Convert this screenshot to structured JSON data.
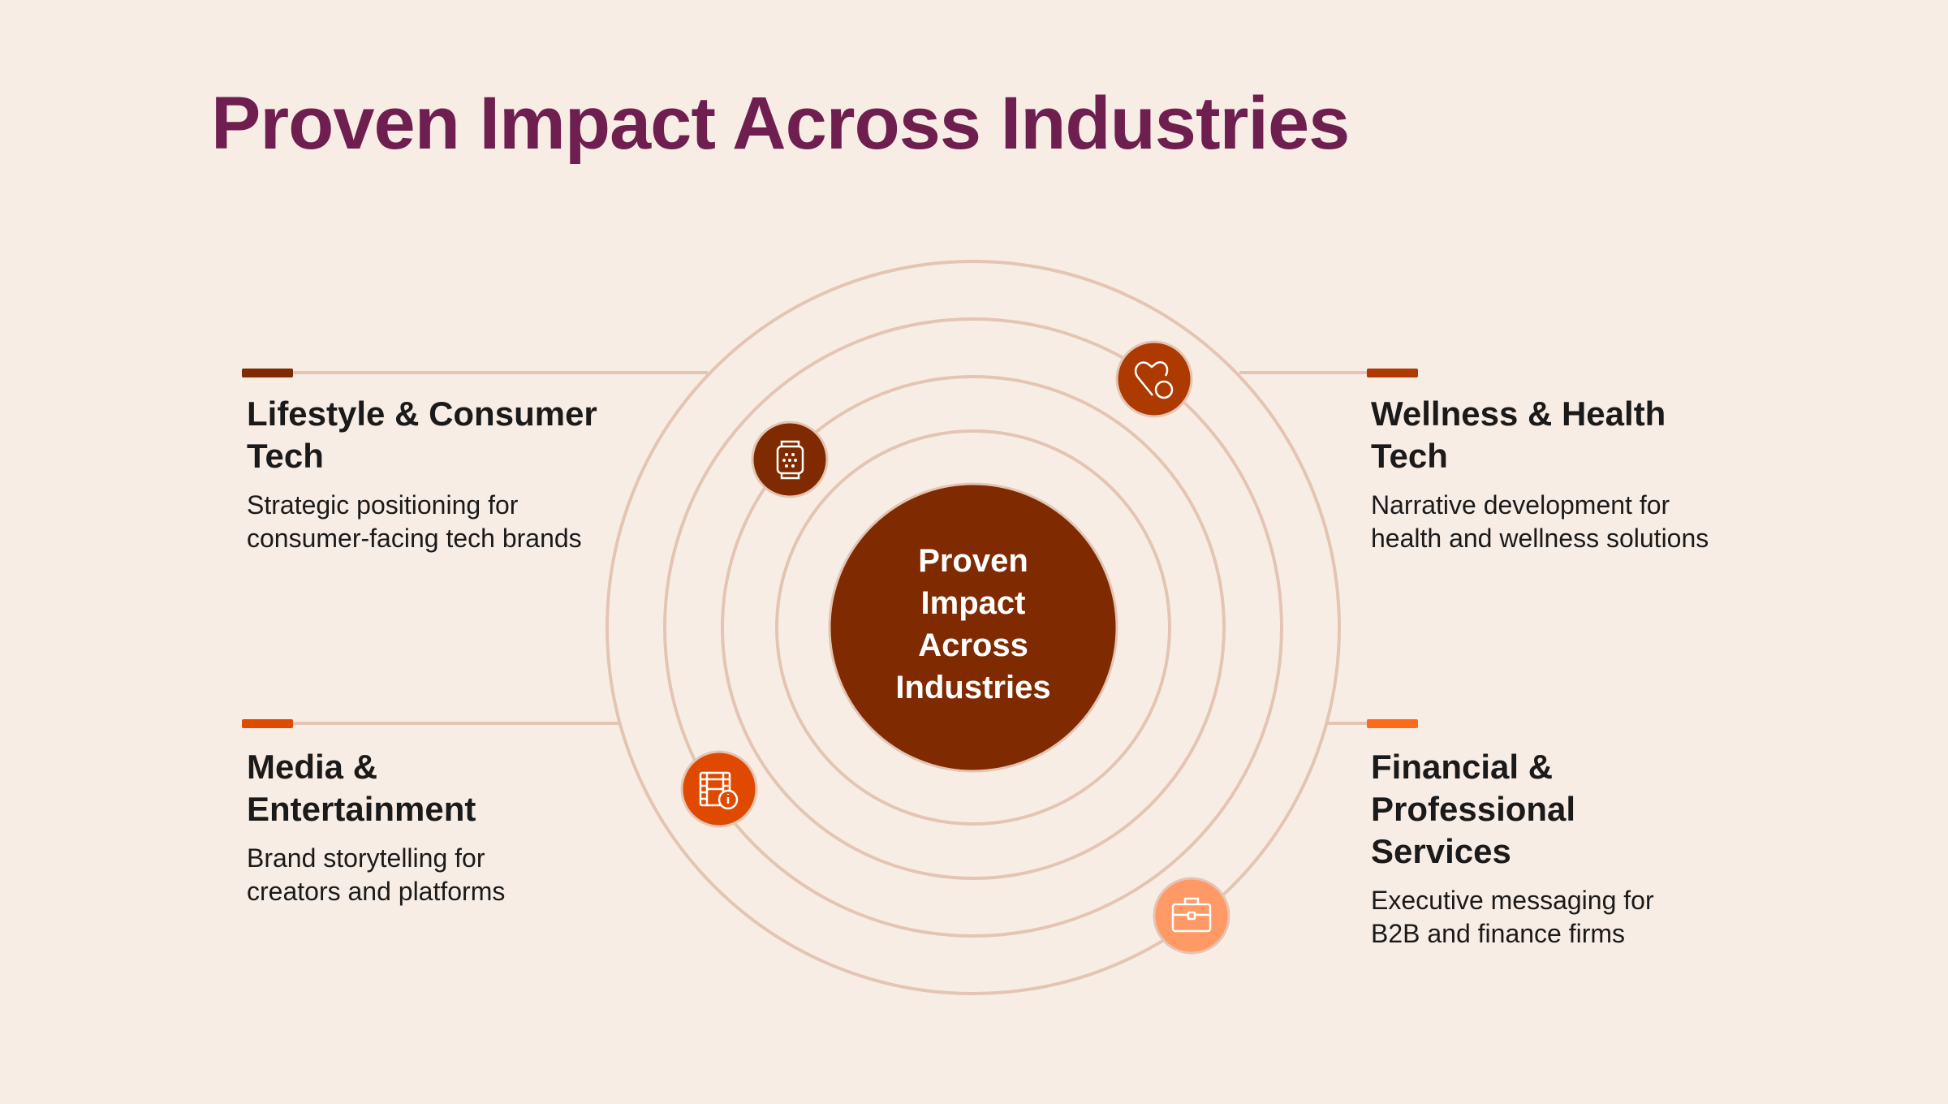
{
  "title": "Proven Impact Across Industries",
  "center": {
    "line1": "Proven",
    "line2": "Impact",
    "line3": "Across",
    "line4": "Industries"
  },
  "industries": [
    {
      "heading": "Lifestyle & Consumer Tech",
      "description": "Strategic positioning for consumer-facing tech brands",
      "icon": "smartwatch-icon",
      "color": "#7f2a00"
    },
    {
      "heading": "Wellness & Health Tech",
      "description": "Narrative development for health and wellness solutions",
      "icon": "heart-refresh-icon",
      "color": "#ad3a00"
    },
    {
      "heading": "Media & Entertainment",
      "description": "Brand storytelling for creators and platforms",
      "icon": "film-info-icon",
      "color": "#df4a00"
    },
    {
      "heading": "Financial & Professional Services",
      "description": "Executive messaging for B2B and finance firms",
      "icon": "briefcase-icon",
      "color": "#ff9966"
    }
  ],
  "colors": {
    "background": "#f8ede5",
    "title": "#6e1f4f",
    "ring": "#e4c5b3",
    "center": "#7f2a00"
  }
}
